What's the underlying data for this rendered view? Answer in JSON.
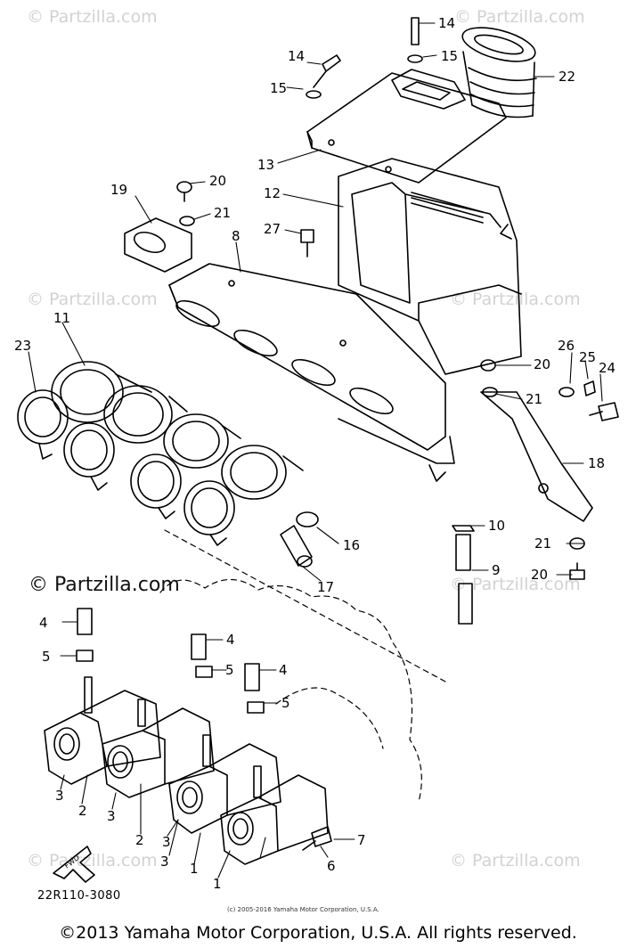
{
  "watermarks": {
    "faint": "© Partzilla.com",
    "dark": "© Partzilla.com"
  },
  "diagram": {
    "code": "22R110-3080",
    "small_copyright": "(c) 2005-2016 Yamaha Motor Corporation, U.S.A.",
    "copyright": "©2013 Yamaha Motor Corporation, U.S.A. All rights reserved.",
    "fwd_label": "FWD"
  },
  "callouts": [
    "14",
    "15",
    "22",
    "14",
    "15",
    "13",
    "12",
    "20",
    "19",
    "21",
    "8",
    "27",
    "11",
    "23",
    "26",
    "25",
    "20",
    "24",
    "21",
    "18",
    "10",
    "16",
    "17",
    "9",
    "21",
    "20",
    "4",
    "5",
    "4",
    "5",
    "4",
    "5",
    "3",
    "2",
    "3",
    "2",
    "3",
    "1",
    "3",
    "1",
    "6",
    "7"
  ],
  "colors": {
    "ink": "#000000",
    "watermark": "#d2d2d2",
    "background": "#ffffff"
  }
}
